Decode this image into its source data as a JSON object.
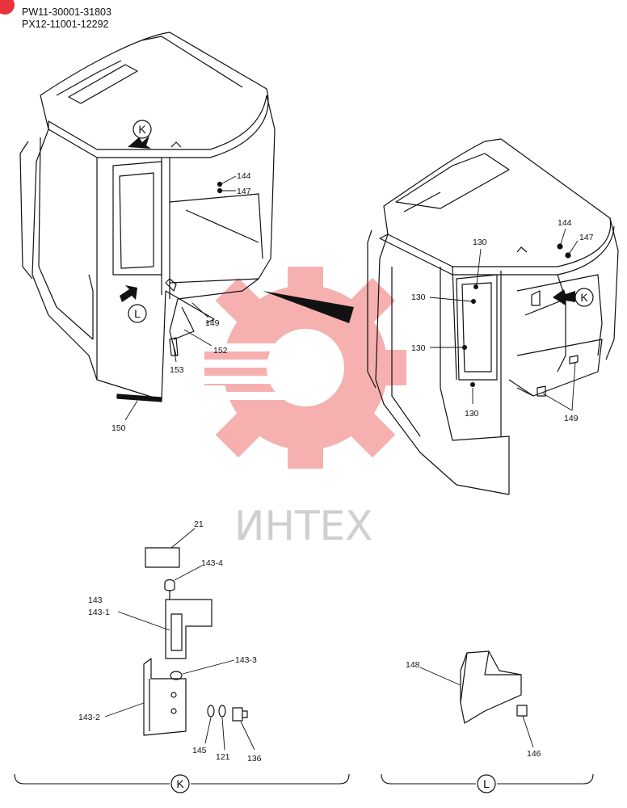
{
  "header": {
    "line1": "PW11-30001-31803",
    "line2": "PX12-11001-12292"
  },
  "watermark": {
    "text": "ИНТЕХ",
    "color": "#f07070",
    "text_color": "#cfcfcf"
  },
  "view_markers": {
    "k": "K",
    "l": "L"
  },
  "callouts": {
    "p144a": "144",
    "p147a": "147",
    "p149a": "149",
    "p152": "152",
    "p153": "153",
    "p150": "150",
    "p144b": "144",
    "p147b": "147",
    "p130a": "130",
    "p130b": "130",
    "p130c": "130",
    "p130d": "130",
    "p149b": "149",
    "p21": "21",
    "p143_4": "143-4",
    "p143": "143",
    "p143_1": "143-1",
    "p143_3": "143-3",
    "p143_2": "143-2",
    "p145": "145",
    "p121": "121",
    "p136": "136",
    "p148": "148",
    "p146": "146"
  },
  "icons": {
    "logo": "corner-logo-icon",
    "watermark_gear": "gear-icon",
    "arrows": "filled-arrow-icon"
  },
  "colors": {
    "logo_red": "#e8323c",
    "ink": "#111111"
  }
}
